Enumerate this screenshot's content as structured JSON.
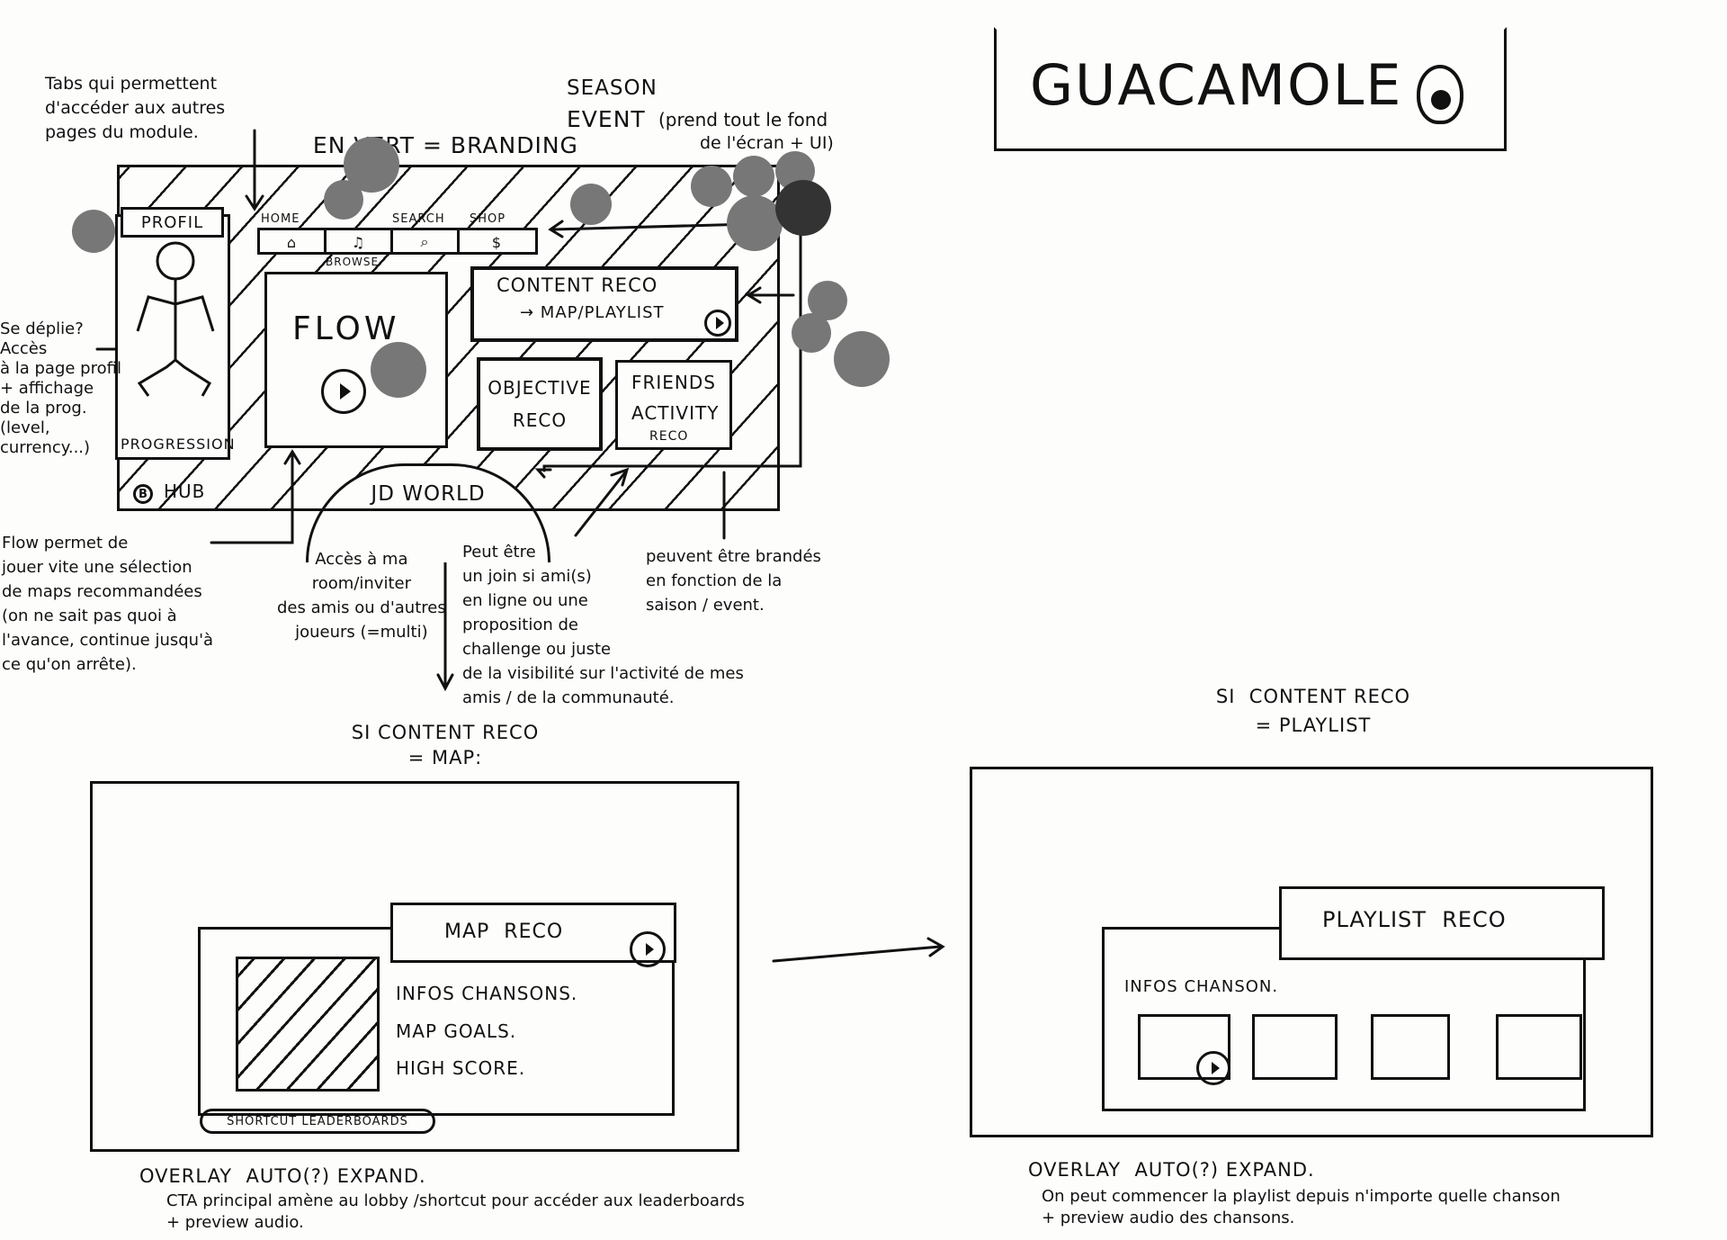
{
  "title": "GUACAMOLE",
  "header_note": {
    "prefix": "EN VERT = BRANDING",
    "season": "SEASON",
    "event": "EVENT",
    "suffix": "(prend tout le fond",
    "suffix2": "de l'écran + UI)"
  },
  "notes": {
    "tabs": "Tabs qui permettent\nd'accéder aux autres\npages du module.",
    "profile": "Se déplie?\nAccès\nà la page profil\n+ affichage\nde la prog.\n(level,\ncurrency...)",
    "flow": "Flow permet de\njouer vite une sélection\nde maps recommandées\n(on ne sait pas quoi à\nl'avance, continue jusqu'à\nce qu'on arrête).",
    "world": "Accès à ma\nroom/inviter\ndes amis ou d'autres\njoueurs (=multi)",
    "friends": "Peut être\nun join si ami(s)\nen ligne ou une\nproposition de\nchallenge ou juste\nde la visibilité sur l'activité de mes\namis / de la communauté.",
    "branded": "peuvent être brandés\nen fonction de la\nsaison / event."
  },
  "hub": {
    "profile_tab": "PROFIL",
    "progression": "PROGRESSION",
    "hub_button": "HUB",
    "hub_icon": "B",
    "tabs": [
      {
        "label": "HOME",
        "icon": "home-icon"
      },
      {
        "label": "BROWSE",
        "icon": "music-note-icon"
      },
      {
        "label": "SEARCH",
        "icon": "search-icon"
      },
      {
        "label": "SHOP",
        "icon": "dollar-icon"
      }
    ],
    "flow": "FLOW",
    "content_reco": "CONTENT RECO",
    "content_reco_sub": "→ MAP/PLAYLIST",
    "objective_reco": "OBJECTIVE\nRECO",
    "friends_activity": "FRIENDS\nACTIVITY",
    "friends_reco": "RECO",
    "jd_world": "JD WORLD"
  },
  "map_section": {
    "heading": "SI CONTENT RECO\n= MAP:",
    "map_reco": "MAP  RECO",
    "infos": [
      "INFOS CHANSONS.",
      "MAP GOALS.",
      "HIGH SCORE."
    ],
    "shortcut": "SHORTCUT LEADERBOARDS",
    "caption": "OVERLAY  AUTO(?) EXPAND.",
    "caption2": "CTA principal amène au lobby /shortcut pour accéder aux leaderboards\n+ preview audio."
  },
  "playlist_section": {
    "heading": "SI  CONTENT RECO\n= PLAYLIST",
    "playlist_reco": "PLAYLIST  RECO",
    "infos": "INFOS CHANSON.",
    "caption": "OVERLAY  AUTO(?) EXPAND.",
    "caption2": "On peut commencer la playlist depuis n'importe quelle chanson\n+ preview audio des chansons."
  },
  "colors": {
    "ink": "#111111",
    "marker_dot": "#777777",
    "marker_dot_dark": "#333333",
    "paper": "#fdfdfc"
  }
}
